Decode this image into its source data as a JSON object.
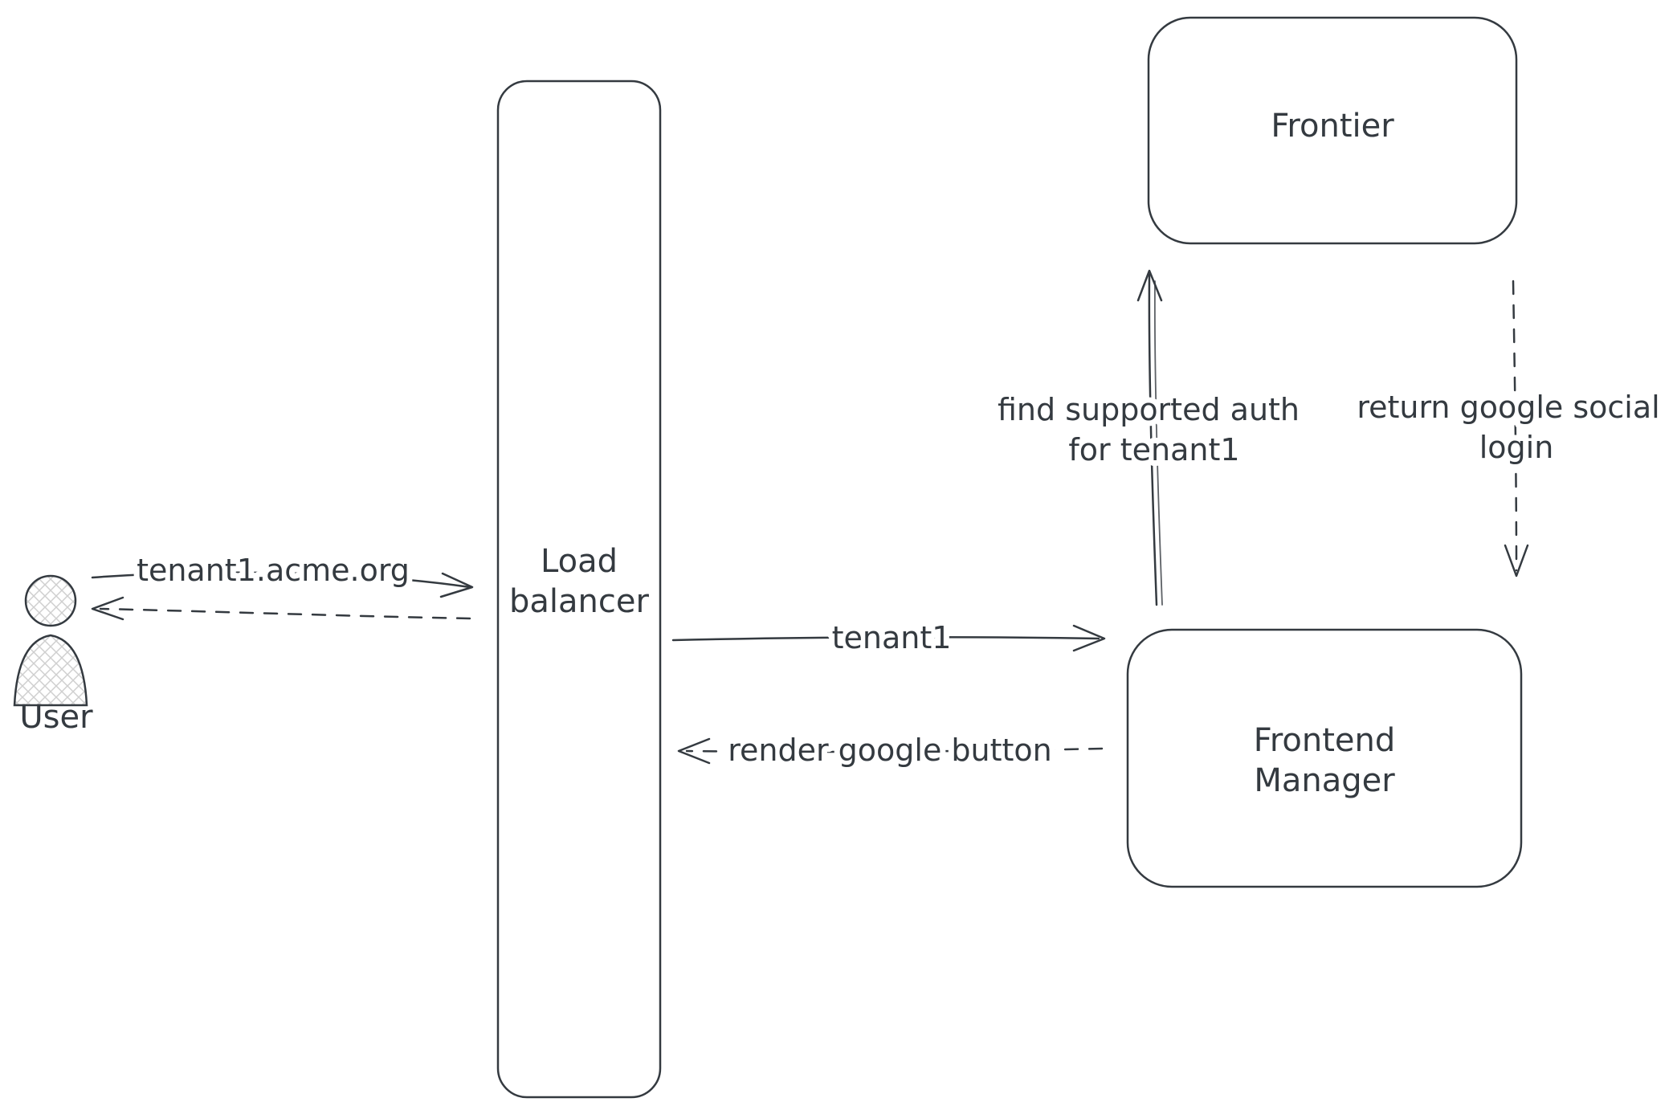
{
  "nodes": {
    "user": {
      "label": "User"
    },
    "load_balancer": {
      "line1": "Load",
      "line2": "balancer"
    },
    "frontier": {
      "label": "Frontier"
    },
    "frontend_manager": {
      "line1": "Frontend",
      "line2": "Manager"
    }
  },
  "edges": {
    "user_to_load_balancer": {
      "label": "tenant1.acme.org",
      "style": "solid-arrow"
    },
    "load_balancer_to_user": {
      "style": "dashed-arrow"
    },
    "load_balancer_to_frontend_manager": {
      "label": "tenant1",
      "style": "solid-arrow"
    },
    "frontend_manager_to_load_balancer": {
      "label": "render google button",
      "style": "dashed-arrow"
    },
    "frontend_manager_to_frontier": {
      "line1": "find supported auth",
      "line2": "for tenant1",
      "style": "solid-arrow"
    },
    "frontier_to_frontend_manager": {
      "line1": "return google social",
      "line2": "login",
      "style": "dashed-arrow"
    }
  },
  "colors": {
    "stroke": "#343a40",
    "background": "#ffffff"
  }
}
